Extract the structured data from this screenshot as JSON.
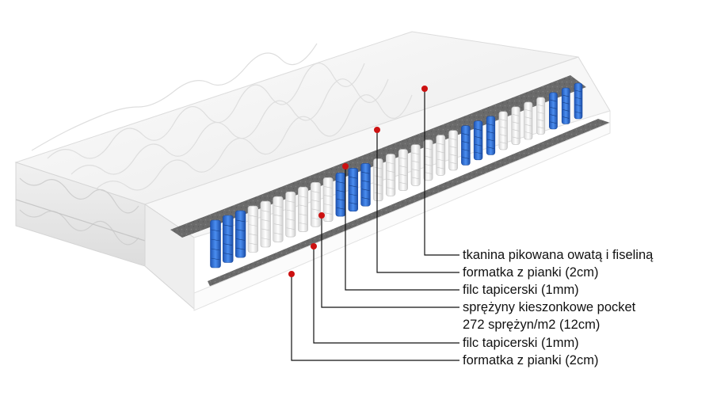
{
  "diagram": {
    "colors": {
      "cover": "#f4f4f4",
      "foam": "#f8f8f8",
      "felt": "#6e6e6e",
      "spring_white": "#f2f2f2",
      "spring_blue": "#2f6fd6",
      "leader_line": "#111111",
      "marker": "#cc1111"
    },
    "labels": [
      {
        "id": "cover",
        "text": "tkanina pikowana owatą i fiseliną"
      },
      {
        "id": "foam-top",
        "text": "formatka z pianki (2cm)"
      },
      {
        "id": "felt-top",
        "text": "filc tapicerski (1mm)"
      },
      {
        "id": "springs-1",
        "text": "sprężyny kieszonkowe pocket"
      },
      {
        "id": "springs-2",
        "text": "272 sprężyn/m2 (12cm)"
      },
      {
        "id": "felt-bottom",
        "text": "filc tapicerski (1mm)"
      },
      {
        "id": "foam-bottom",
        "text": "formatka z pianki (2cm)"
      }
    ]
  }
}
